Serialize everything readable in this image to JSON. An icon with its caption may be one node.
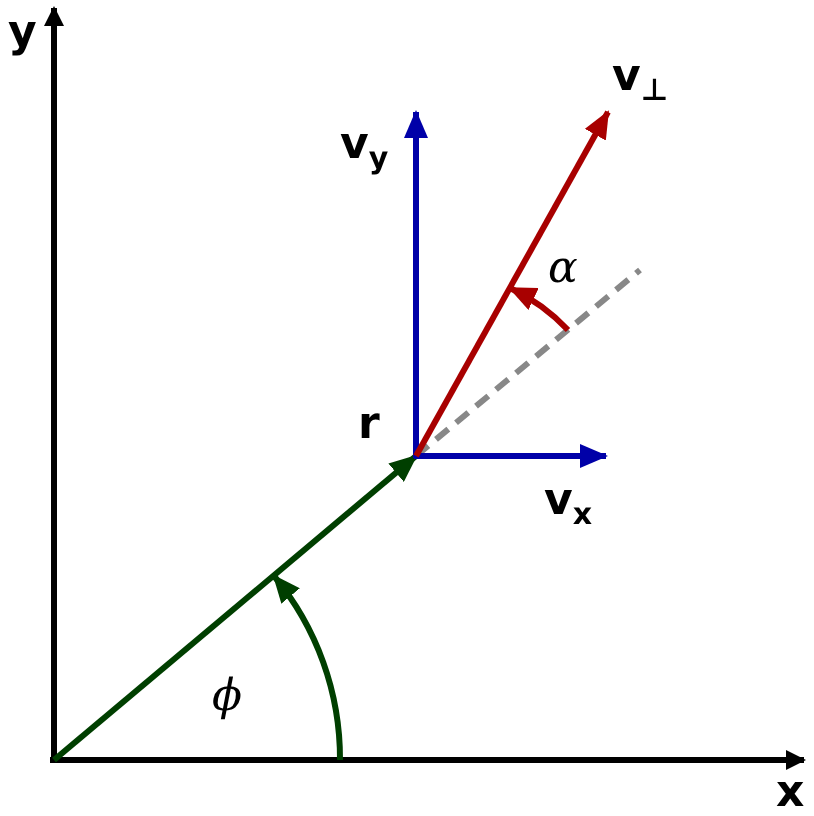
{
  "diagram": {
    "labels": [
      "y",
      "v$_{⊥}$",
      "v$_{y}$",
      "α",
      "r",
      "v$_{x}$",
      "ϕ",
      "x"
    ]
  }
}
